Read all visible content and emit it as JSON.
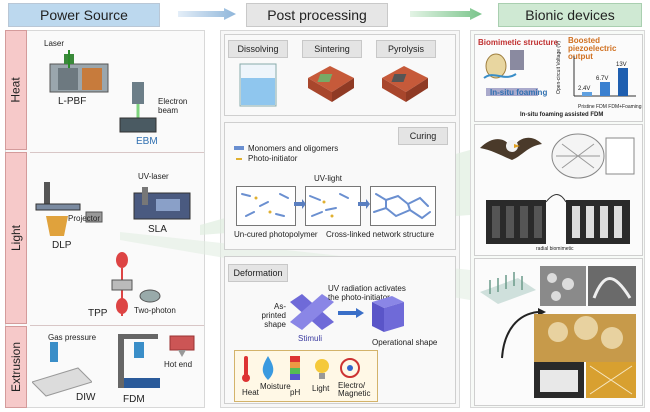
{
  "headers": {
    "power_source": "Power Source",
    "post_processing": "Post processing",
    "bionic_devices": "Bionic devices"
  },
  "power_source": {
    "tabs": {
      "heat": "Heat",
      "light": "Light",
      "extrusion": "Extrusion"
    },
    "labels": {
      "laser": "Laser",
      "lpbf": "L-PBF",
      "electron_beam": "Electron beam",
      "ebm": "EBM",
      "uv_laser": "UV-laser",
      "sla": "SLA",
      "projector": "Projector",
      "dlp": "DLP",
      "tpp": "TPP",
      "two_photon": "Two-photon",
      "gas_pressure": "Gas pressure",
      "diw": "DIW",
      "fdm": "FDM",
      "hot_end": "Hot end"
    }
  },
  "post_processing": {
    "steps": {
      "dissolving": "Dissolving",
      "sintering": "Sintering",
      "pyrolysis": "Pyrolysis"
    },
    "curing": {
      "title": "Curing",
      "monomers": "Monomers and oligomers",
      "photo_initiator": "Photo-initiator",
      "uv_light": "UV-light",
      "uncured": "Un-cured photopolymer",
      "crosslinked": "Cross-linked network structure"
    },
    "deformation": {
      "title": "Deformation",
      "as_printed": "As-printed shape",
      "uv_note": "UV radiation activates the photo-initiator",
      "stimuli": "Stimuli",
      "operational": "Operational shape",
      "stimuli_list": [
        "Heat",
        "Moisture",
        "pH",
        "Light",
        "Electro/ Magnetic"
      ]
    }
  },
  "bionic": {
    "biomimetic_structure": "Biomimetic structure",
    "boosted_output": "Boosted piezoelectric output",
    "in_situ": "In-situ foaming",
    "caption": "In-situ foaming assisted FDM",
    "chart_x": "Pristine FDM FDM+Foaming",
    "chart_y": "Open-circuit Voltage (V)",
    "bar_labels": [
      "2.4V",
      "6.7V",
      "13V"
    ],
    "radial": "radial biomimetic"
  },
  "colors": {
    "heat_tab": "#f6c9c9",
    "power_hdr": "#bcd8ee",
    "post_hdr": "#e6e6e6",
    "bionic_hdr": "#cfe9d3",
    "accent_blue": "#2f6fb0"
  }
}
